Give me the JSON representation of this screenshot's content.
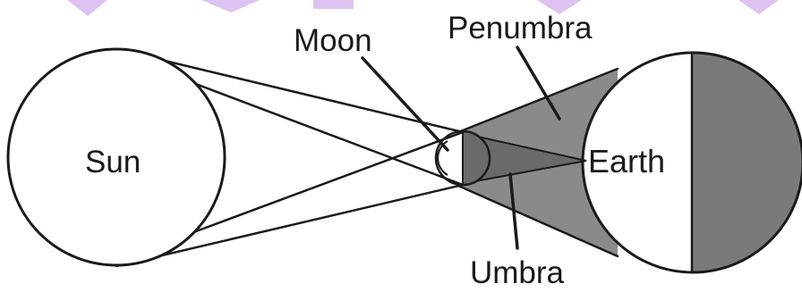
{
  "diagram": {
    "labels": {
      "sun": "Sun",
      "moon": "Moon",
      "penumbra": "Penumbra",
      "earth": "Earth",
      "umbra": "Umbra"
    },
    "colors": {
      "stroke": "#1a1a1a",
      "penumbra_fill": "#8a8a8a",
      "umbra_fill": "#6a6a6a",
      "earth_night": "#7a7a7a",
      "watermark": "#d8b8f0"
    }
  }
}
